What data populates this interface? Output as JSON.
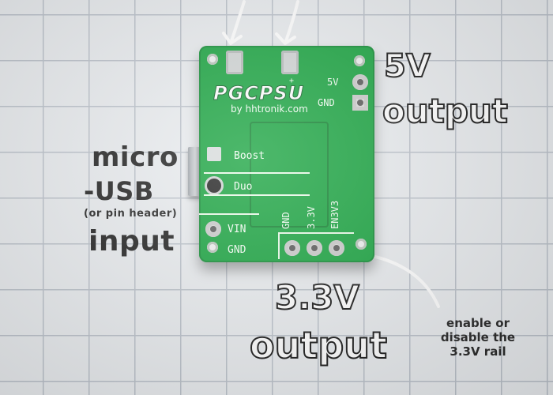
{
  "pcb": {
    "name": "PGCPSU",
    "byline": "by hhtronik.com",
    "silkscreen": {
      "v5": "5V",
      "gnd_top": "GND",
      "boost": "Boost",
      "duo": "Duo",
      "vin": "VIN",
      "gnd_bottom": "GND",
      "gnd_rail": "GND",
      "v33": "3.3V",
      "en": "EN3V3",
      "plus": "+"
    }
  },
  "annotations": {
    "output_5v_line1": "5V",
    "output_5v_line2": "output",
    "usb_line1": "micro",
    "usb_line2": "-USB",
    "usb_line3": "(or pin header)",
    "usb_line4": "input",
    "output_33_line1": "3.3V",
    "output_33_line2": "output",
    "enable_line1": "enable or",
    "enable_line2": "disable the",
    "enable_line3": "3.3V rail"
  },
  "colors": {
    "pcb": "#12a13a",
    "paper": "#e9ecef",
    "grid": "#b9c0c9"
  }
}
